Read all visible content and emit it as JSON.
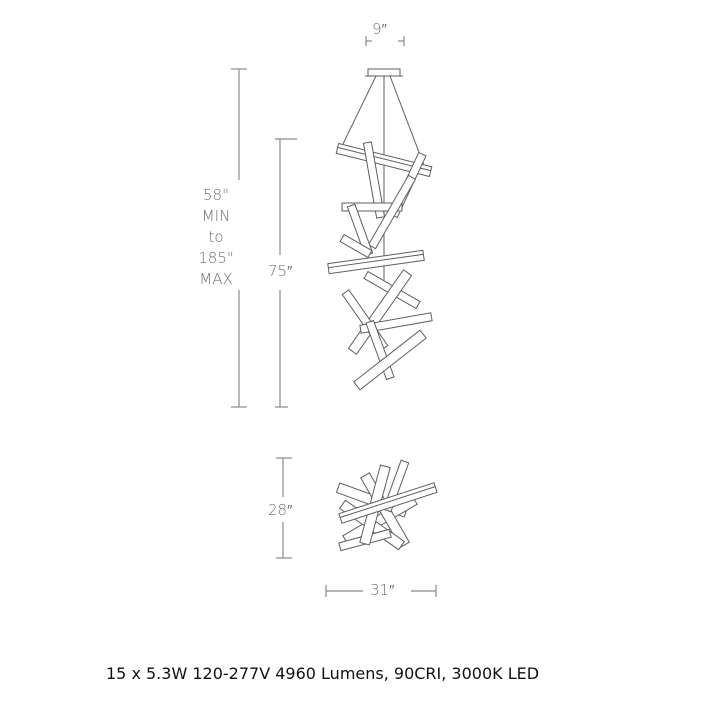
{
  "diagram": {
    "title": "Pendant chandelier dimension drawing",
    "colors": {
      "line": "#8a8a8a",
      "fixture": "#6a6a6a",
      "text": "#6f6f6f",
      "caption": "#111111",
      "background": "#ffffff"
    },
    "dimensions": {
      "canopy_width": "9″",
      "overall_height": {
        "value": "58\"",
        "min_label": "MIN",
        "to_label": "to",
        "max_value": "185\"",
        "max_label": "MAX"
      },
      "fixture_height": "75″",
      "cluster_height": "28″",
      "cluster_width": "31″"
    },
    "views": [
      {
        "name": "side-elevation",
        "description": "Vertical cascading chandelier of crossed rectangular LED bars suspended from canopy"
      },
      {
        "name": "cluster-view",
        "description": "Compact cluster of crossed rectangular LED bars"
      }
    ],
    "caption": "15 x 5.3W 120-277V 4960 Lumens, 90CRI, 3000K LED"
  }
}
